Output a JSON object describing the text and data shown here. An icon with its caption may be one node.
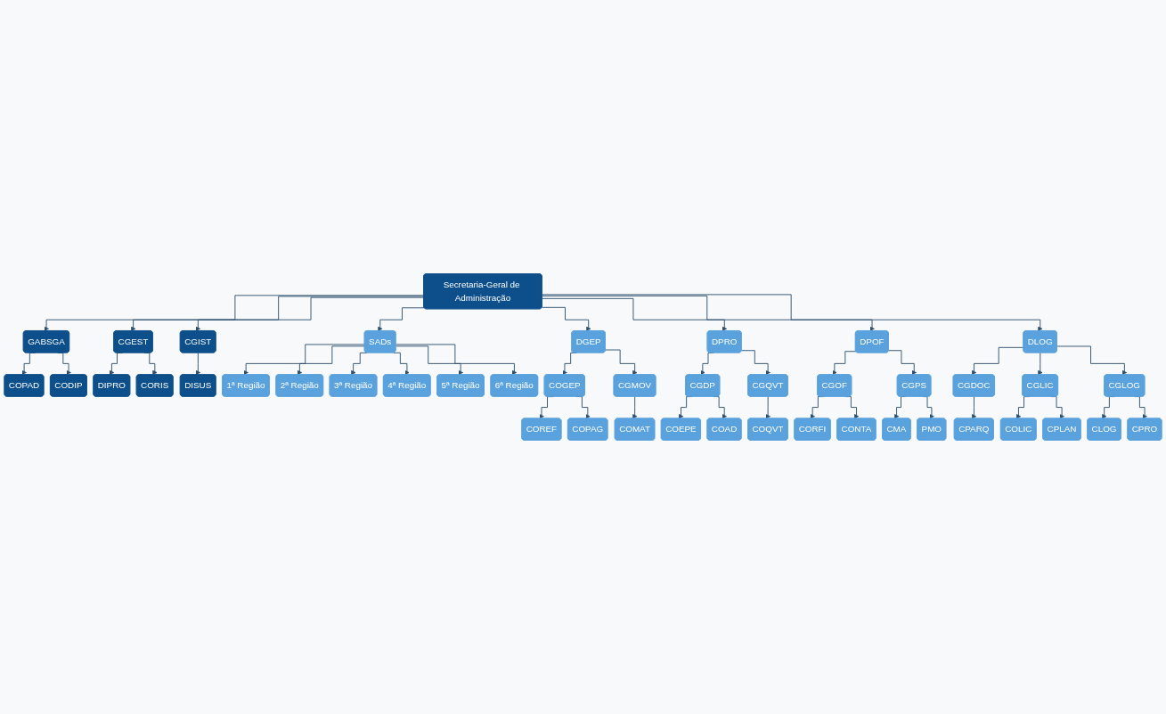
{
  "diagram": {
    "nodes": [
      {
        "text": [
          "Secretaria-Geral de Administração"
        ]
      },
      {
        "text": [
          "GABSGA"
        ]
      },
      {
        "text": [
          "COPAD"
        ]
      },
      {
        "text": [
          "CODIP"
        ]
      },
      {
        "text": [
          "CGEST"
        ]
      },
      {
        "text": [
          "DIPRO"
        ]
      },
      {
        "text": [
          "CORIS"
        ]
      },
      {
        "text": [
          "CGIST"
        ]
      },
      {
        "text": [
          "DISUS"
        ]
      },
      {
        "text": [
          "SADs"
        ]
      },
      {
        "text": [
          "1ª Região"
        ]
      },
      {
        "text": [
          "2ª Região"
        ]
      },
      {
        "text": [
          "3ª Região"
        ]
      },
      {
        "text": [
          "4ª Região"
        ]
      },
      {
        "text": [
          "5ª Região"
        ]
      },
      {
        "text": [
          "6ª Região"
        ]
      },
      {
        "text": [
          "DGEP"
        ]
      },
      {
        "text": [
          "COGEP"
        ]
      },
      {
        "text": [
          "COREF"
        ]
      },
      {
        "text": [
          "COPAG"
        ]
      },
      {
        "text": [
          "CGMOV"
        ]
      },
      {
        "text": [
          "COMAT"
        ]
      },
      {
        "text": [
          "DPRO"
        ]
      },
      {
        "text": [
          "CGDP"
        ]
      },
      {
        "text": [
          "COEPE"
        ]
      },
      {
        "text": [
          "COAD"
        ]
      },
      {
        "text": [
          "CGQVT"
        ]
      },
      {
        "text": [
          "COQVT"
        ]
      },
      {
        "text": [
          "DPOF"
        ]
      },
      {
        "text": [
          "CGOF"
        ]
      },
      {
        "text": [
          "CORFI"
        ]
      },
      {
        "text": [
          "CONTA"
        ]
      },
      {
        "text": [
          "CGPS"
        ]
      },
      {
        "text": [
          "CMA"
        ]
      },
      {
        "text": [
          "PMO"
        ]
      },
      {
        "text": [
          "DLOG"
        ]
      },
      {
        "text": [
          "CGDOC"
        ]
      },
      {
        "text": [
          "CPARQ"
        ]
      },
      {
        "text": [
          "CGLIC"
        ]
      },
      {
        "text": [
          "COLIC"
        ]
      },
      {
        "text": [
          "CPLAN"
        ]
      },
      {
        "text": [
          "CGLOG"
        ]
      },
      {
        "text": [
          "CLOG"
        ]
      },
      {
        "text": [
          "CPRO"
        ]
      }
    ],
    "edges": [
      {
        "from": 0,
        "to": 1,
        "arrow": "to"
      },
      {
        "from": 1,
        "to": 2,
        "arrow": "to"
      },
      {
        "from": 1,
        "to": 3,
        "arrow": "to"
      },
      {
        "from": 0,
        "to": 4,
        "arrow": "to"
      },
      {
        "from": 4,
        "to": 5,
        "arrow": "to"
      },
      {
        "from": 4,
        "to": 6,
        "arrow": "to"
      },
      {
        "from": 0,
        "to": 7,
        "arrow": "to"
      },
      {
        "from": 7,
        "to": 8,
        "arrow": "to"
      },
      {
        "from": 0,
        "to": 9,
        "arrow": "to"
      },
      {
        "from": 0,
        "to": 16,
        "arrow": "to"
      },
      {
        "from": 0,
        "to": 22,
        "arrow": "to"
      },
      {
        "from": 0,
        "to": 28,
        "arrow": "to"
      },
      {
        "from": 0,
        "to": 35,
        "arrow": "to"
      },
      {
        "from": 9,
        "to": 10,
        "arrow": "to"
      },
      {
        "from": 9,
        "to": 11,
        "arrow": "to"
      },
      {
        "from": 9,
        "to": 12,
        "arrow": "to"
      },
      {
        "from": 9,
        "to": 13,
        "arrow": "to"
      },
      {
        "from": 9,
        "to": 14,
        "arrow": "to"
      },
      {
        "from": 9,
        "to": 15,
        "arrow": "to"
      },
      {
        "from": 16,
        "to": 17,
        "arrow": "to"
      },
      {
        "from": 17,
        "to": 18,
        "arrow": "to"
      },
      {
        "from": 17,
        "to": 19,
        "arrow": "to"
      },
      {
        "from": 16,
        "to": 20,
        "arrow": "to"
      },
      {
        "from": 20,
        "to": 21,
        "arrow": "to"
      },
      {
        "from": 22,
        "to": 23,
        "arrow": "to"
      },
      {
        "from": 23,
        "to": 24,
        "arrow": "to"
      },
      {
        "from": 23,
        "to": 25,
        "arrow": "to"
      },
      {
        "from": 22,
        "to": 26,
        "arrow": "to"
      },
      {
        "from": 26,
        "to": 27,
        "arrow": "to"
      },
      {
        "from": 28,
        "to": 29,
        "arrow": "to"
      },
      {
        "from": 29,
        "to": 30,
        "arrow": "to"
      },
      {
        "from": 29,
        "to": 31,
        "arrow": "to"
      },
      {
        "from": 28,
        "to": 32,
        "arrow": "to"
      },
      {
        "from": 32,
        "to": 33,
        "arrow": "to"
      },
      {
        "from": 32,
        "to": 34,
        "arrow": "to"
      },
      {
        "from": 35,
        "to": 36,
        "arrow": "to"
      },
      {
        "from": 36,
        "to": 37,
        "arrow": "to"
      },
      {
        "from": 35,
        "to": 38,
        "arrow": "to"
      },
      {
        "from": 38,
        "to": 39,
        "arrow": "to"
      },
      {
        "from": 38,
        "to": 40,
        "arrow": "to"
      },
      {
        "from": 35,
        "to": 41,
        "arrow": "to"
      },
      {
        "from": 41,
        "to": 42,
        "arrow": "to"
      },
      {
        "from": 41,
        "to": 43,
        "arrow": "to"
      }
    ]
  }
}
